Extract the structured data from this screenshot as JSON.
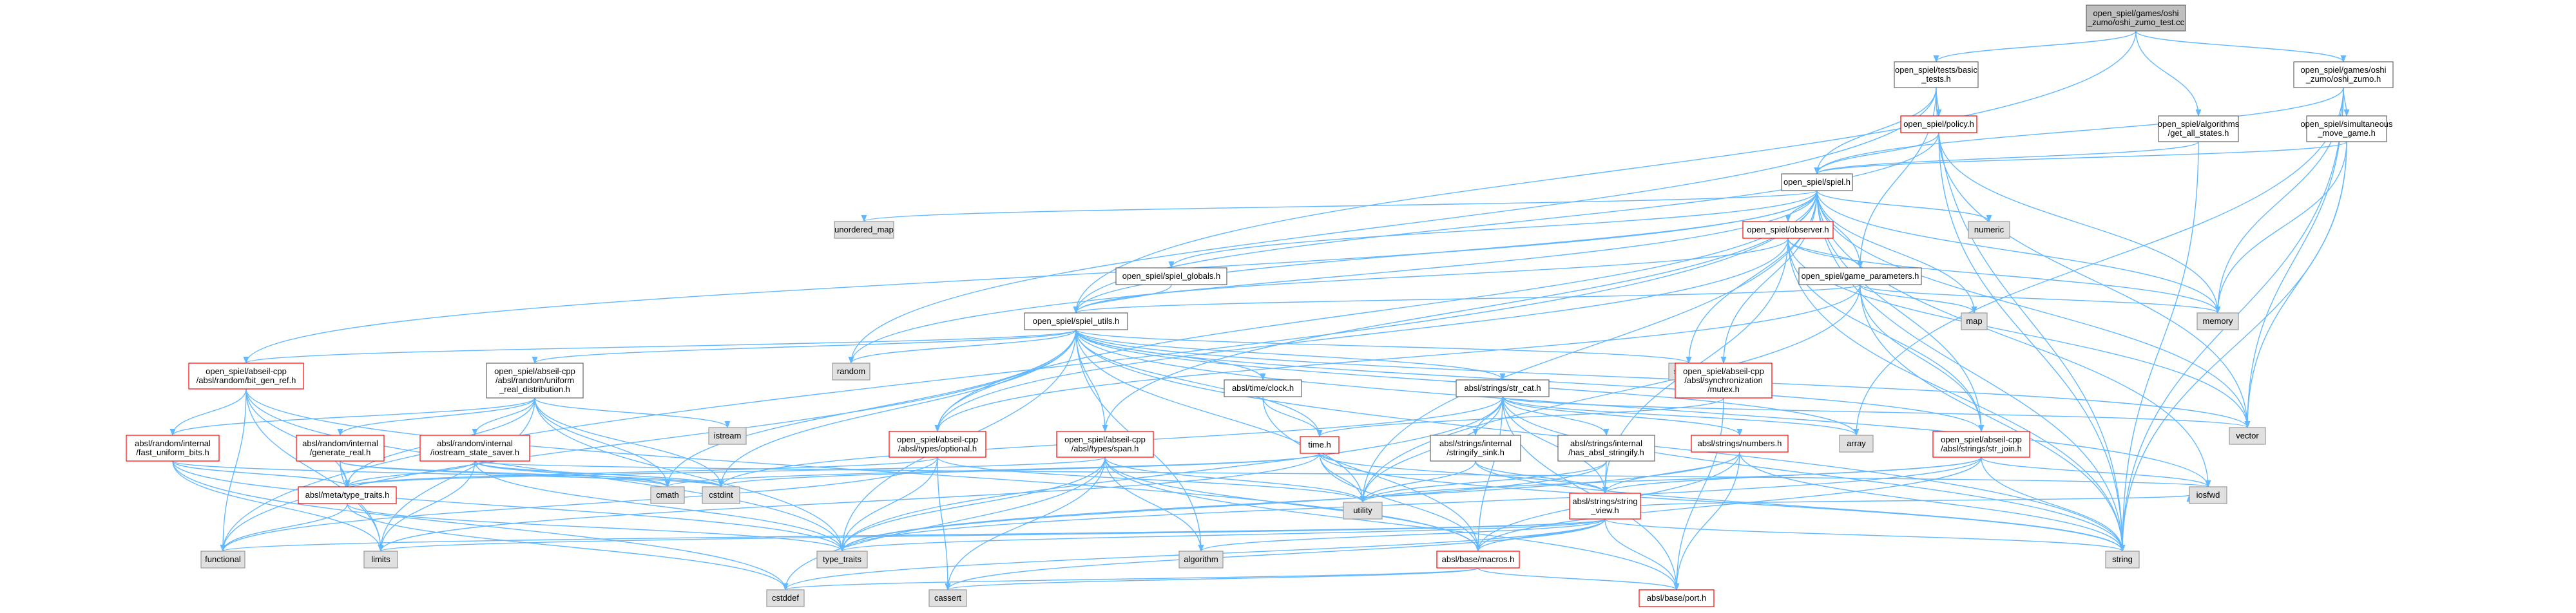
{
  "page": {
    "title": "open_spiel/games/oshi_zumo/oshi_zumo_test.cc"
  },
  "colors": {
    "edge": "#63b8ff",
    "root_fill": "#bfbfbf",
    "system_fill": "#e0e0e0",
    "doc_border": "#666666",
    "incomplete_border": "#ff0000"
  },
  "nodes": [
    {
      "id": "root",
      "lines": [
        "open_spiel/games/oshi",
        "_zumo/oshi_zumo_test.cc"
      ],
      "kind": "root"
    },
    {
      "id": "tests_basic",
      "lines": [
        "open_spiel/tests/basic",
        "_tests.h"
      ],
      "kind": "doc"
    },
    {
      "id": "get_all_states",
      "lines": [
        "open_spiel/algorithms",
        "/get_all_states.h"
      ],
      "kind": "doc"
    },
    {
      "id": "oshi_zumo_h",
      "lines": [
        "open_spiel/games/oshi",
        "_zumo/oshi_zumo.h"
      ],
      "kind": "doc"
    },
    {
      "id": "policy",
      "lines": [
        "open_spiel/policy.h"
      ],
      "kind": "red"
    },
    {
      "id": "simultaneous",
      "lines": [
        "open_spiel/simultaneous",
        "_move_game.h"
      ],
      "kind": "doc"
    },
    {
      "id": "spiel",
      "lines": [
        "open_spiel/spiel.h"
      ],
      "kind": "doc"
    },
    {
      "id": "unordered_map",
      "lines": [
        "unordered_map"
      ],
      "kind": "sys"
    },
    {
      "id": "observer",
      "lines": [
        "open_spiel/observer.h"
      ],
      "kind": "red"
    },
    {
      "id": "numeric",
      "lines": [
        "numeric"
      ],
      "kind": "sys"
    },
    {
      "id": "spiel_globals",
      "lines": [
        "open_spiel/spiel_globals.h"
      ],
      "kind": "doc"
    },
    {
      "id": "game_parameters",
      "lines": [
        "open_spiel/game_parameters.h"
      ],
      "kind": "doc"
    },
    {
      "id": "map",
      "lines": [
        "map"
      ],
      "kind": "sys"
    },
    {
      "id": "memory",
      "lines": [
        "memory"
      ],
      "kind": "sys"
    },
    {
      "id": "spiel_utils",
      "lines": [
        "open_spiel/spiel_utils.h"
      ],
      "kind": "doc"
    },
    {
      "id": "random",
      "lines": [
        "random"
      ],
      "kind": "sys"
    },
    {
      "id": "sstream",
      "lines": [
        "sstream"
      ],
      "kind": "sys"
    },
    {
      "id": "bit_gen_ref",
      "lines": [
        "open_spiel/abseil-cpp",
        "/absl/random/bit_gen_ref.h"
      ],
      "kind": "red"
    },
    {
      "id": "uniform_real",
      "lines": [
        "open_spiel/abseil-cpp",
        "/absl/random/uniform",
        "_real_distribution.h"
      ],
      "kind": "doc"
    },
    {
      "id": "clock",
      "lines": [
        "absl/time/clock.h"
      ],
      "kind": "doc"
    },
    {
      "id": "str_cat",
      "lines": [
        "absl/strings/str_cat.h"
      ],
      "kind": "doc"
    },
    {
      "id": "mutex",
      "lines": [
        "open_spiel/abseil-cpp",
        "/absl/synchronization",
        "/mutex.h"
      ],
      "kind": "red"
    },
    {
      "id": "vector",
      "lines": [
        "vector"
      ],
      "kind": "sys"
    },
    {
      "id": "fast_uniform",
      "lines": [
        "absl/random/internal",
        "/fast_uniform_bits.h"
      ],
      "kind": "red"
    },
    {
      "id": "generate_real",
      "lines": [
        "absl/random/internal",
        "/generate_real.h"
      ],
      "kind": "red"
    },
    {
      "id": "iostream_state",
      "lines": [
        "absl/random/internal",
        "/iostream_state_saver.h"
      ],
      "kind": "red"
    },
    {
      "id": "istream",
      "lines": [
        "istream"
      ],
      "kind": "sys"
    },
    {
      "id": "optional",
      "lines": [
        "open_spiel/abseil-cpp",
        "/absl/types/optional.h"
      ],
      "kind": "red"
    },
    {
      "id": "span",
      "lines": [
        "open_spiel/abseil-cpp",
        "/absl/types/span.h"
      ],
      "kind": "red"
    },
    {
      "id": "time_h",
      "lines": [
        "time.h"
      ],
      "kind": "red"
    },
    {
      "id": "stringify_sink",
      "lines": [
        "absl/strings/internal",
        "/stringify_sink.h"
      ],
      "kind": "doc"
    },
    {
      "id": "has_absl_stringify",
      "lines": [
        "absl/strings/internal",
        "/has_absl_stringify.h"
      ],
      "kind": "doc"
    },
    {
      "id": "numbers",
      "lines": [
        "absl/strings/numbers.h"
      ],
      "kind": "red"
    },
    {
      "id": "array",
      "lines": [
        "array"
      ],
      "kind": "sys"
    },
    {
      "id": "str_join",
      "lines": [
        "open_spiel/abseil-cpp",
        "/absl/strings/str_join.h"
      ],
      "kind": "red"
    },
    {
      "id": "type_traits_h",
      "lines": [
        "absl/meta/type_traits.h"
      ],
      "kind": "red"
    },
    {
      "id": "cmath",
      "lines": [
        "cmath"
      ],
      "kind": "sys"
    },
    {
      "id": "cstdint",
      "lines": [
        "cstdint"
      ],
      "kind": "sys"
    },
    {
      "id": "utility",
      "lines": [
        "utility"
      ],
      "kind": "sys"
    },
    {
      "id": "string_view",
      "lines": [
        "absl/strings/string",
        "_view.h"
      ],
      "kind": "red"
    },
    {
      "id": "iosfwd",
      "lines": [
        "iosfwd"
      ],
      "kind": "sys"
    },
    {
      "id": "functional",
      "lines": [
        "functional"
      ],
      "kind": "sys"
    },
    {
      "id": "limits",
      "lines": [
        "limits"
      ],
      "kind": "sys"
    },
    {
      "id": "type_traits",
      "lines": [
        "type_traits"
      ],
      "kind": "sys"
    },
    {
      "id": "algorithm",
      "lines": [
        "algorithm"
      ],
      "kind": "sys"
    },
    {
      "id": "macros",
      "lines": [
        "absl/base/macros.h"
      ],
      "kind": "red"
    },
    {
      "id": "string",
      "lines": [
        "string"
      ],
      "kind": "sys"
    },
    {
      "id": "cstddef",
      "lines": [
        "cstddef"
      ],
      "kind": "sys"
    },
    {
      "id": "cassert",
      "lines": [
        "cassert"
      ],
      "kind": "sys"
    },
    {
      "id": "port",
      "lines": [
        "absl/base/port.h"
      ],
      "kind": "red"
    }
  ],
  "edges": [
    [
      "root",
      "tests_basic"
    ],
    [
      "root",
      "get_all_states"
    ],
    [
      "root",
      "oshi_zumo_h"
    ],
    [
      "root",
      "spiel_utils"
    ],
    [
      "tests_basic",
      "policy"
    ],
    [
      "tests_basic",
      "spiel"
    ],
    [
      "tests_basic",
      "game_parameters"
    ],
    [
      "tests_basic",
      "random"
    ],
    [
      "tests_basic",
      "string"
    ],
    [
      "get_all_states",
      "spiel"
    ],
    [
      "get_all_states",
      "string"
    ],
    [
      "oshi_zumo_h",
      "spiel"
    ],
    [
      "oshi_zumo_h",
      "simultaneous"
    ],
    [
      "oshi_zumo_h",
      "memory"
    ],
    [
      "oshi_zumo_h",
      "vector"
    ],
    [
      "oshi_zumo_h",
      "string"
    ],
    [
      "oshi_zumo_h",
      "array"
    ],
    [
      "simultaneous",
      "spiel"
    ],
    [
      "simultaneous",
      "memory"
    ],
    [
      "simultaneous",
      "vector"
    ],
    [
      "simultaneous",
      "string"
    ],
    [
      "policy",
      "spiel"
    ],
    [
      "policy",
      "spiel_utils"
    ],
    [
      "policy",
      "memory"
    ],
    [
      "policy",
      "vector"
    ],
    [
      "policy",
      "string"
    ],
    [
      "spiel",
      "unordered_map"
    ],
    [
      "spiel",
      "observer"
    ],
    [
      "spiel",
      "numeric"
    ],
    [
      "spiel",
      "spiel_globals"
    ],
    [
      "spiel",
      "game_parameters"
    ],
    [
      "spiel",
      "map"
    ],
    [
      "spiel",
      "memory"
    ],
    [
      "spiel",
      "spiel_utils"
    ],
    [
      "spiel",
      "random"
    ],
    [
      "spiel",
      "sstream"
    ],
    [
      "spiel",
      "bit_gen_ref"
    ],
    [
      "spiel",
      "mutex"
    ],
    [
      "spiel",
      "vector"
    ],
    [
      "spiel",
      "optional"
    ],
    [
      "spiel",
      "span"
    ],
    [
      "spiel",
      "str_join"
    ],
    [
      "spiel",
      "utility"
    ],
    [
      "spiel",
      "functional"
    ],
    [
      "spiel",
      "string"
    ],
    [
      "spiel",
      "iosfwd"
    ],
    [
      "observer",
      "game_parameters"
    ],
    [
      "observer",
      "spiel_utils"
    ],
    [
      "observer",
      "memory"
    ],
    [
      "observer",
      "string"
    ],
    [
      "observer",
      "vector"
    ],
    [
      "observer",
      "optional"
    ],
    [
      "observer",
      "string_view"
    ],
    [
      "observer",
      "str_join"
    ],
    [
      "spiel_globals",
      "spiel_utils"
    ],
    [
      "game_parameters",
      "spiel_utils"
    ],
    [
      "game_parameters",
      "map"
    ],
    [
      "game_parameters",
      "memory"
    ],
    [
      "game_parameters",
      "string"
    ],
    [
      "game_parameters",
      "optional"
    ],
    [
      "game_parameters",
      "str_join"
    ],
    [
      "game_parameters",
      "utility"
    ],
    [
      "spiel_utils",
      "random"
    ],
    [
      "spiel_utils",
      "sstream"
    ],
    [
      "spiel_utils",
      "bit_gen_ref"
    ],
    [
      "spiel_utils",
      "uniform_real"
    ],
    [
      "spiel_utils",
      "clock"
    ],
    [
      "spiel_utils",
      "str_cat"
    ],
    [
      "spiel_utils",
      "vector"
    ],
    [
      "spiel_utils",
      "optional"
    ],
    [
      "spiel_utils",
      "span"
    ],
    [
      "spiel_utils",
      "time_h"
    ],
    [
      "spiel_utils",
      "array"
    ],
    [
      "spiel_utils",
      "str_join"
    ],
    [
      "spiel_utils",
      "cstdint"
    ],
    [
      "spiel_utils",
      "cmath"
    ],
    [
      "spiel_utils",
      "utility"
    ],
    [
      "spiel_utils",
      "type_traits"
    ],
    [
      "spiel_utils",
      "functional"
    ],
    [
      "spiel_utils",
      "string"
    ],
    [
      "spiel_utils",
      "iosfwd"
    ],
    [
      "spiel_utils",
      "algorithm"
    ],
    [
      "bit_gen_ref",
      "fast_uniform"
    ],
    [
      "bit_gen_ref",
      "type_traits_h"
    ],
    [
      "bit_gen_ref",
      "macros"
    ],
    [
      "bit_gen_ref",
      "functional"
    ],
    [
      "bit_gen_ref",
      "type_traits"
    ],
    [
      "bit_gen_ref",
      "limits"
    ],
    [
      "uniform_real",
      "fast_uniform"
    ],
    [
      "uniform_real",
      "generate_real"
    ],
    [
      "uniform_real",
      "iostream_state"
    ],
    [
      "uniform_real",
      "istream"
    ],
    [
      "uniform_real",
      "type_traits_h"
    ],
    [
      "uniform_real",
      "cmath"
    ],
    [
      "uniform_real",
      "cstdint"
    ],
    [
      "uniform_real",
      "limits"
    ],
    [
      "uniform_real",
      "type_traits"
    ],
    [
      "fast_uniform",
      "type_traits_h"
    ],
    [
      "fast_uniform",
      "cstddef"
    ],
    [
      "fast_uniform",
      "cstdint"
    ],
    [
      "fast_uniform",
      "limits"
    ],
    [
      "fast_uniform",
      "type_traits"
    ],
    [
      "generate_real",
      "type_traits_h"
    ],
    [
      "generate_real",
      "cstdint"
    ],
    [
      "generate_real",
      "limits"
    ],
    [
      "generate_real",
      "cmath"
    ],
    [
      "iostream_state",
      "type_traits_h"
    ],
    [
      "iostream_state",
      "cmath"
    ],
    [
      "iostream_state",
      "limits"
    ],
    [
      "iostream_state",
      "cstdint"
    ],
    [
      "iostream_state",
      "iosfwd"
    ],
    [
      "iostream_state",
      "type_traits"
    ],
    [
      "clock",
      "time_h"
    ],
    [
      "clock",
      "macros"
    ],
    [
      "str_cat",
      "stringify_sink"
    ],
    [
      "str_cat",
      "has_absl_stringify"
    ],
    [
      "str_cat",
      "numbers"
    ],
    [
      "str_cat",
      "string_view"
    ],
    [
      "str_cat",
      "array"
    ],
    [
      "str_cat",
      "string"
    ],
    [
      "str_cat",
      "type_traits"
    ],
    [
      "str_cat",
      "utility"
    ],
    [
      "str_cat",
      "vector"
    ],
    [
      "str_cat",
      "cstdint"
    ],
    [
      "str_cat",
      "port"
    ],
    [
      "str_cat",
      "macros"
    ],
    [
      "mutex",
      "time_h"
    ],
    [
      "mutex",
      "port"
    ],
    [
      "optional",
      "type_traits_h"
    ],
    [
      "optional",
      "utility"
    ],
    [
      "optional",
      "cassert"
    ],
    [
      "optional",
      "type_traits"
    ],
    [
      "optional",
      "functional"
    ],
    [
      "span",
      "type_traits_h"
    ],
    [
      "span",
      "macros"
    ],
    [
      "span",
      "algorithm"
    ],
    [
      "span",
      "cassert"
    ],
    [
      "span",
      "cstddef"
    ],
    [
      "span",
      "utility"
    ],
    [
      "span",
      "type_traits"
    ],
    [
      "span",
      "port"
    ],
    [
      "time_h",
      "string_view"
    ],
    [
      "time_h",
      "macros"
    ],
    [
      "time_h",
      "cmath"
    ],
    [
      "time_h",
      "cstdint"
    ],
    [
      "time_h",
      "limits"
    ],
    [
      "time_h",
      "utility"
    ],
    [
      "time_h",
      "string"
    ],
    [
      "stringify_sink",
      "string_view"
    ],
    [
      "stringify_sink",
      "string"
    ],
    [
      "stringify_sink",
      "utility"
    ],
    [
      "has_absl_stringify",
      "string_view"
    ],
    [
      "has_absl_stringify",
      "type_traits"
    ],
    [
      "has_absl_stringify",
      "utility"
    ],
    [
      "numbers",
      "string_view"
    ],
    [
      "numbers",
      "macros"
    ],
    [
      "numbers",
      "port"
    ],
    [
      "numbers",
      "string"
    ],
    [
      "numbers",
      "type_traits"
    ],
    [
      "str_join",
      "string_view"
    ],
    [
      "str_join",
      "macros"
    ],
    [
      "str_join",
      "string"
    ],
    [
      "str_join",
      "utility"
    ],
    [
      "str_join",
      "type_traits"
    ],
    [
      "str_join",
      "iosfwd"
    ],
    [
      "type_traits_h",
      "type_traits"
    ],
    [
      "type_traits_h",
      "cstddef"
    ],
    [
      "type_traits_h",
      "functional"
    ],
    [
      "string_view",
      "macros"
    ],
    [
      "string_view",
      "port"
    ],
    [
      "string_view",
      "algorithm"
    ],
    [
      "string_view",
      "cassert"
    ],
    [
      "string_view",
      "cstddef"
    ],
    [
      "string_view",
      "functional"
    ],
    [
      "string_view",
      "limits"
    ],
    [
      "string_view",
      "string"
    ],
    [
      "string_view",
      "type_traits"
    ],
    [
      "string_view",
      "iosfwd"
    ],
    [
      "macros",
      "port"
    ],
    [
      "macros",
      "cassert"
    ],
    [
      "macros",
      "cstddef"
    ]
  ]
}
